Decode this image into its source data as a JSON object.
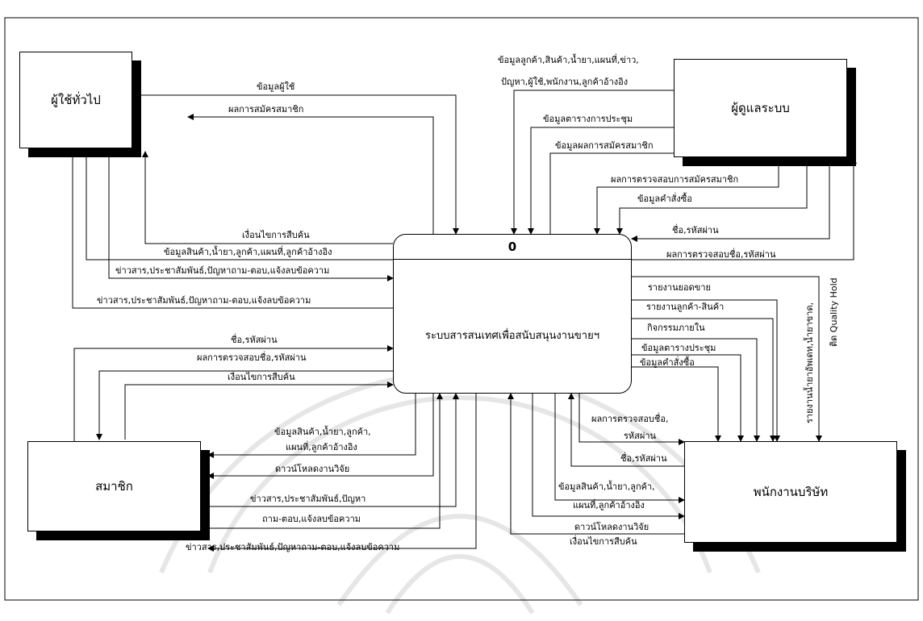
{
  "entities": {
    "general_user": "ผู้ใช้ทั่วไป",
    "admin": "ผู้ดูแลระบบ",
    "member": "สมาชิก",
    "staff": "พนักงานบริษัท"
  },
  "process": {
    "number": "0",
    "name": "ระบบสารสนเทศเพื่อสนับสนุนงานขายฯ"
  },
  "flows": {
    "gu_user_data": "ข้อมูลผู้ใช้",
    "gu_register_result": "ผลการสมัครสมาชิก",
    "gu_search_condition": "เงื่อนไขการสืบค้น",
    "gu_product_data": "ข้อมูลสินค้า,น้ำยา,ลูกค้า,แผนที่,ลูกค้าอ้างอิง",
    "gu_news_1": "ข่าวสาร,ประชาสัมพันธ์,ปัญหาถาม-ตอบ,แจ้งลบข้อความ",
    "gu_news_2": "ข่าวสาร,ประชาสัมพันธ์,ปัญหาถาม-ตอบ,แจ้งลบข้อความ",
    "ad_master_1": "ข้อมูลลูกค้า,สินค้า,น้ำยา,แผนที่,ข่าว,",
    "ad_master_2": "ปัญหา,ผู้ใช้,พนักงาน,ลูกค้าอ้างอิง",
    "ad_meeting": "ข้อมูลตารางการประชุม",
    "ad_register_data": "ข้อมูลผลการสมัครสมาชิก",
    "ad_register_check": "ผลการตรวจสอบการสมัครสมาชิก",
    "ad_order": "ข้อมูลคำสั่งซื้อ",
    "ad_login": "ชื่อ,รหัสผ่าน",
    "ad_login_result": "ผลการตรวจสอบชื่อ,รหัสผ่าน",
    "mb_login": "ชื่อ,รหัสผ่าน",
    "mb_login_result": "ผลการตรวจสอบชื่อ,รหัสผ่าน",
    "mb_search": "เงื่อนไขการสืบค้น",
    "mb_product_1": "ข้อมูลสินค้า,น้ำยา,ลูกค้า,",
    "mb_product_2": "แผนที่,ลูกค้าอ้างอิง",
    "mb_download": "ดาวน์โหลดงานวิจัย",
    "mb_news_1": "ข่าวสาร,ประชาสัมพันธ์,ปัญหา",
    "mb_news_2": "ถาม-ตอบ,แจ้งลบข้อความ",
    "mb_news_3": "ข่าวสาร,ประชาสัมพันธ์,ปัญหาถาม-ตอบ,แจ้งลบข้อความ",
    "st_sales": "รายงานยอดขาย",
    "st_cust_prod": "รายงานลูกค้า-สินค้า",
    "st_internal": "กิจกรรมภายใน",
    "st_meeting": "ข้อมูลตารางประชุม",
    "st_order": "ข้อมูลคำสั่งซื้อ",
    "st_expiry_1": "รายงานน้ำยาอัพเดท,น้ำยาขาด,",
    "st_expiry_2": "ติด Quality Hold",
    "st_login_result_1": "ผลการตรวจสอบชื่อ,",
    "st_login_result_2": "รหัสผ่าน",
    "st_login": "ชื่อ,รหัสผ่าน",
    "st_product_1": "ข้อมูลสินค้า,น้ำยา,ลูกค้า,",
    "st_product_2": "แผนที่,ลูกค้าอ้างอิง",
    "st_download": "ดาวน์โหลดงานวิจัย",
    "st_search": "เงื่อนไขการสืบค้น"
  }
}
